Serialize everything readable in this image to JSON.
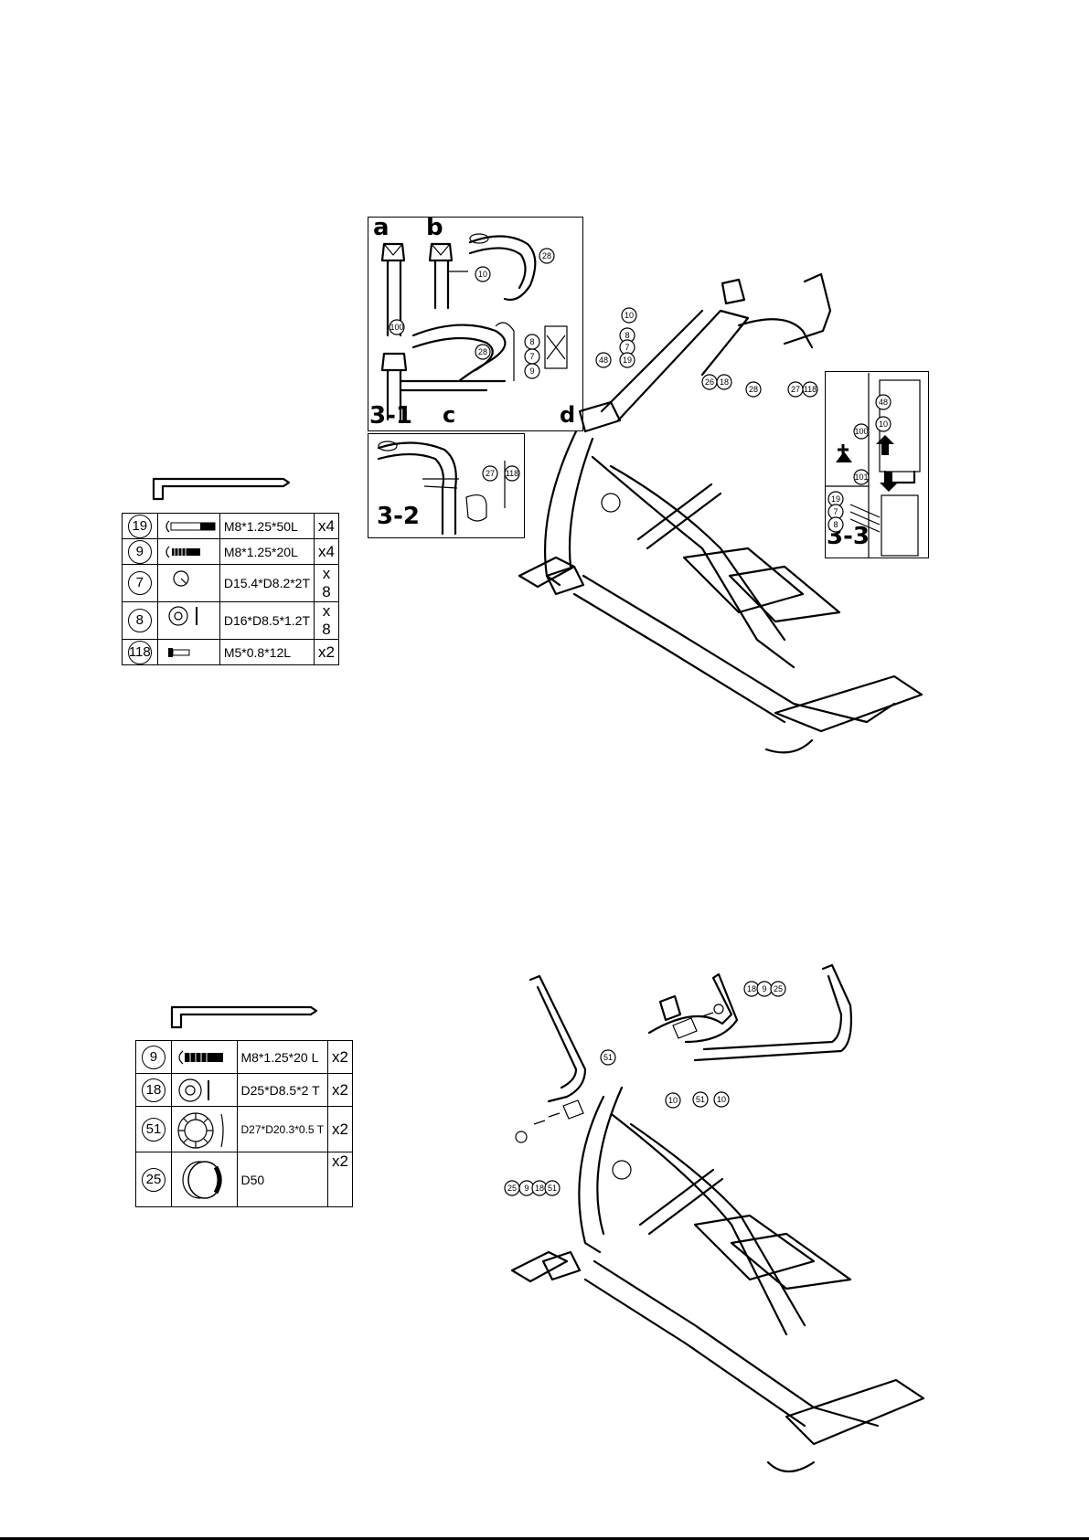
{
  "step3": {
    "labels": {
      "sub1": "3-1",
      "sub2": "3-2",
      "sub3": "3-3",
      "a": "a",
      "b": "b",
      "c": "c",
      "d": "d"
    },
    "parts_table": [
      {
        "num": "19",
        "icon": "bolt-long",
        "spec": "M8*1.25*50L",
        "qty": "x4"
      },
      {
        "num": "9",
        "icon": "bolt-short",
        "spec": "M8*1.25*20L",
        "qty": "x4"
      },
      {
        "num": "7",
        "icon": "spring-washer",
        "spec": "D15.4*D8.2*2T",
        "qty": "x 8"
      },
      {
        "num": "8",
        "icon": "flat-washer",
        "spec": "D16*D8.5*1.2T",
        "qty": "x 8"
      },
      {
        "num": "118",
        "icon": "screw",
        "spec": "M5*0.8*12L",
        "qty": "x2"
      }
    ],
    "callouts": [
      "10",
      "28",
      "100",
      "8",
      "7",
      "9",
      "27",
      "118",
      "48",
      "19",
      "26",
      "18",
      "101"
    ]
  },
  "step4": {
    "parts_table": [
      {
        "num": "9",
        "icon": "bolt-short",
        "spec": "M8*1.25*20 L",
        "qty": "x2"
      },
      {
        "num": "18",
        "icon": "flat-washer",
        "spec": "D25*D8.5*2 T",
        "qty": "x2"
      },
      {
        "num": "51",
        "icon": "bushing",
        "spec": "D27*D20.3*0.5 T",
        "qty": "x2"
      },
      {
        "num": "25",
        "icon": "end-cap",
        "spec": "D50",
        "qty": "x2"
      }
    ],
    "callouts": [
      "51",
      "10",
      "18",
      "9",
      "25"
    ]
  },
  "colors": {
    "ink": "#000000",
    "paper": "#ffffff"
  }
}
